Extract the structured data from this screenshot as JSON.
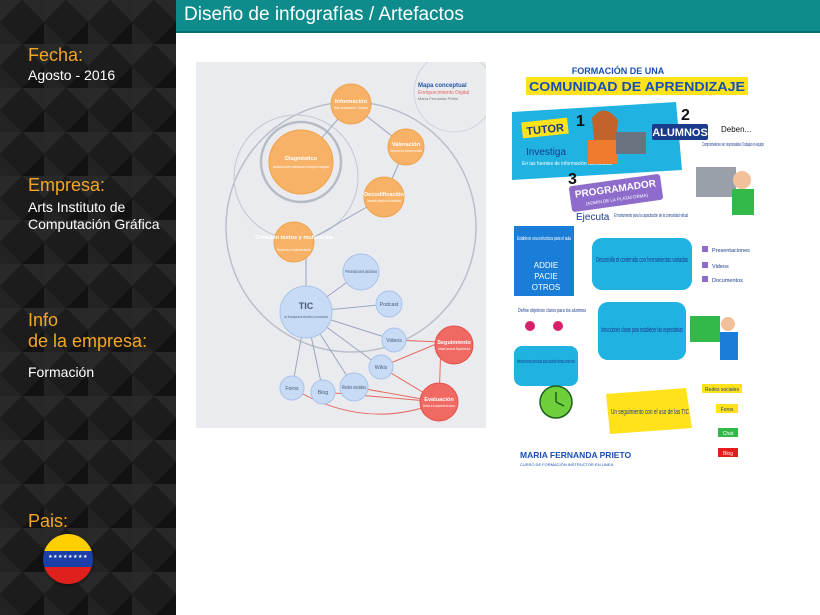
{
  "header": {
    "title": "Diseño de infografías / Artefactos"
  },
  "sidebar": {
    "date_label": "Fecha:",
    "date_value": "Agosto - 2016",
    "company_label": "Empresa:",
    "company_value_1": "Arts Instituto de",
    "company_value_2": "Computación Gráfica",
    "info_label_1": "Info",
    "info_label_2": "de la empresa:",
    "info_value": "Formación",
    "country_label": "Pais:",
    "flag_icon": "venezuela-flag-icon",
    "flag_stars": "★★★★★★★★"
  },
  "concept_map": {
    "title_1": "Mapa conceptual",
    "title_2": "Enriquecimiento Digital",
    "author": "María Fernanda Prieto",
    "nodes": {
      "informacion": "Información",
      "informacion_sub": "filtrar documentos / Guiados",
      "valoracion": "Valoración",
      "valoracion_sub": "Comprensión de la información encontrada",
      "diagnostico": "Diagnóstico",
      "diagnostico_sub": "Identificación al alumno Implementación de estrategias de investigación",
      "decodificacion": "Decodificación",
      "decodificacion_sub": "Depuración y selección de los contenidos",
      "creacion": "Creación textos y multimedia",
      "creacion_sub": "Desarrollo e implementación",
      "tic": "TIC",
      "tic_sub": "Las Tecnologías de la Información y la Comunicación",
      "presentaciones": "Presentaciones atractivas",
      "podcast": "Podcast",
      "videos": "Videos",
      "wikis": "Wikis",
      "redes": "Redes sociales",
      "blog": "Blog",
      "foros": "Foros",
      "seguimiento": "Seguimiento",
      "seguimiento_sub": "Debate personal Seguimientos",
      "evaluacion": "Evaluación",
      "evaluacion_sub": "Revisión de la comprensión del alumno"
    }
  },
  "infographic": {
    "title_1": "FORMACIÓN DE UNA",
    "title_2": "COMUNIDAD DE APRENDIZAJE",
    "tutor": "TUTOR",
    "tutor_num": "1",
    "investiga": "Investiga",
    "investiga_sub": "En las fuentes de información adecuadas",
    "alumnos": "ALUMNOS",
    "alumnos_num": "2",
    "deben": "Deben...",
    "deben_sub": "Comprometerse ser responsables Trabajar en equipo",
    "programador": "PROGRAMADOR",
    "programador_sub": "(ADMIN DE LA PLATAFORMA)",
    "programador_num": "3",
    "ejecuta": "Ejecuta",
    "ejecuta_sub": "El instrumento para la capacitación de la comunidad virtual",
    "estructura": "Establece una estructura para el aula",
    "addie": "ADDIE",
    "pacie": "PACIE",
    "otros": "OTROS",
    "desarrolla": "Desarrolla el contenido con herramientas variadas",
    "check1": "Presentaciones",
    "check2": "Videos",
    "check3": "Documentos",
    "objetivos": "Define objetivos claros para los alumnos",
    "instrucciones": "Intrucciones claras para establecer las expectativas",
    "intervenciones": "Intervenciones precisas para abordar temas concretos",
    "seguimiento": "Un seguimiento con el uso de las TIC",
    "tag1": "Redes sociales",
    "tag2": "Foros",
    "tag3": "Chat",
    "tag4": "Blog",
    "author": "MARIA FERNANDA PRIETO",
    "course": "CURSO DE FORMACIÓN INSTRUCTOR EN LINEA"
  }
}
